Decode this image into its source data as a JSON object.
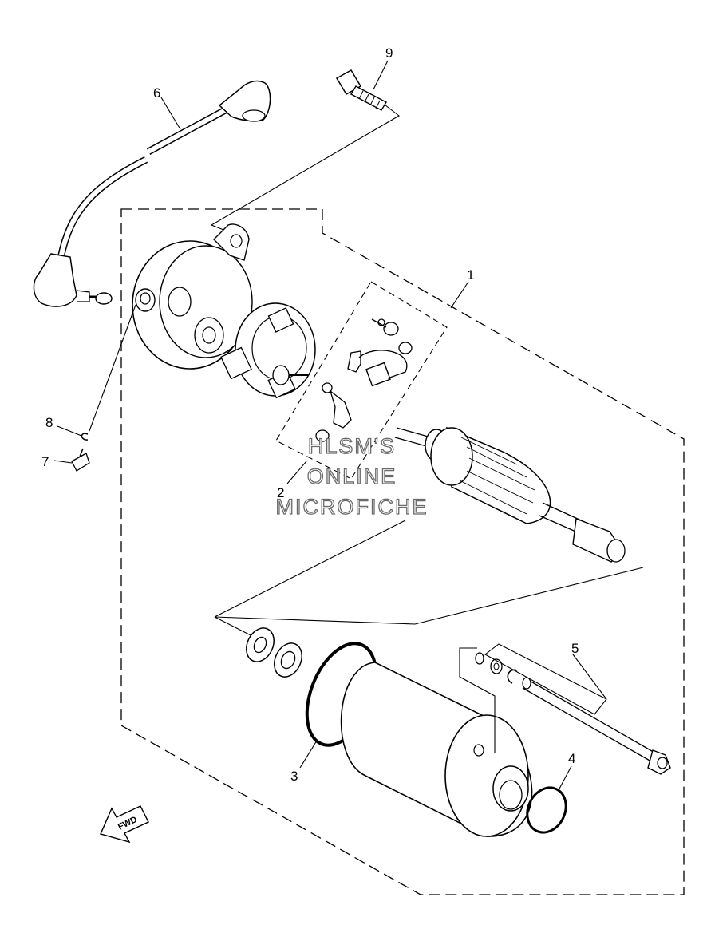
{
  "diagram": {
    "callouts": [
      "1",
      "2",
      "3",
      "4",
      "5",
      "6",
      "7",
      "8",
      "9"
    ],
    "direction_arrow_label": "FWD",
    "watermark": {
      "line1": "HLSM'S",
      "line2": "ONLINE",
      "line3": "MICROFICHE"
    }
  }
}
